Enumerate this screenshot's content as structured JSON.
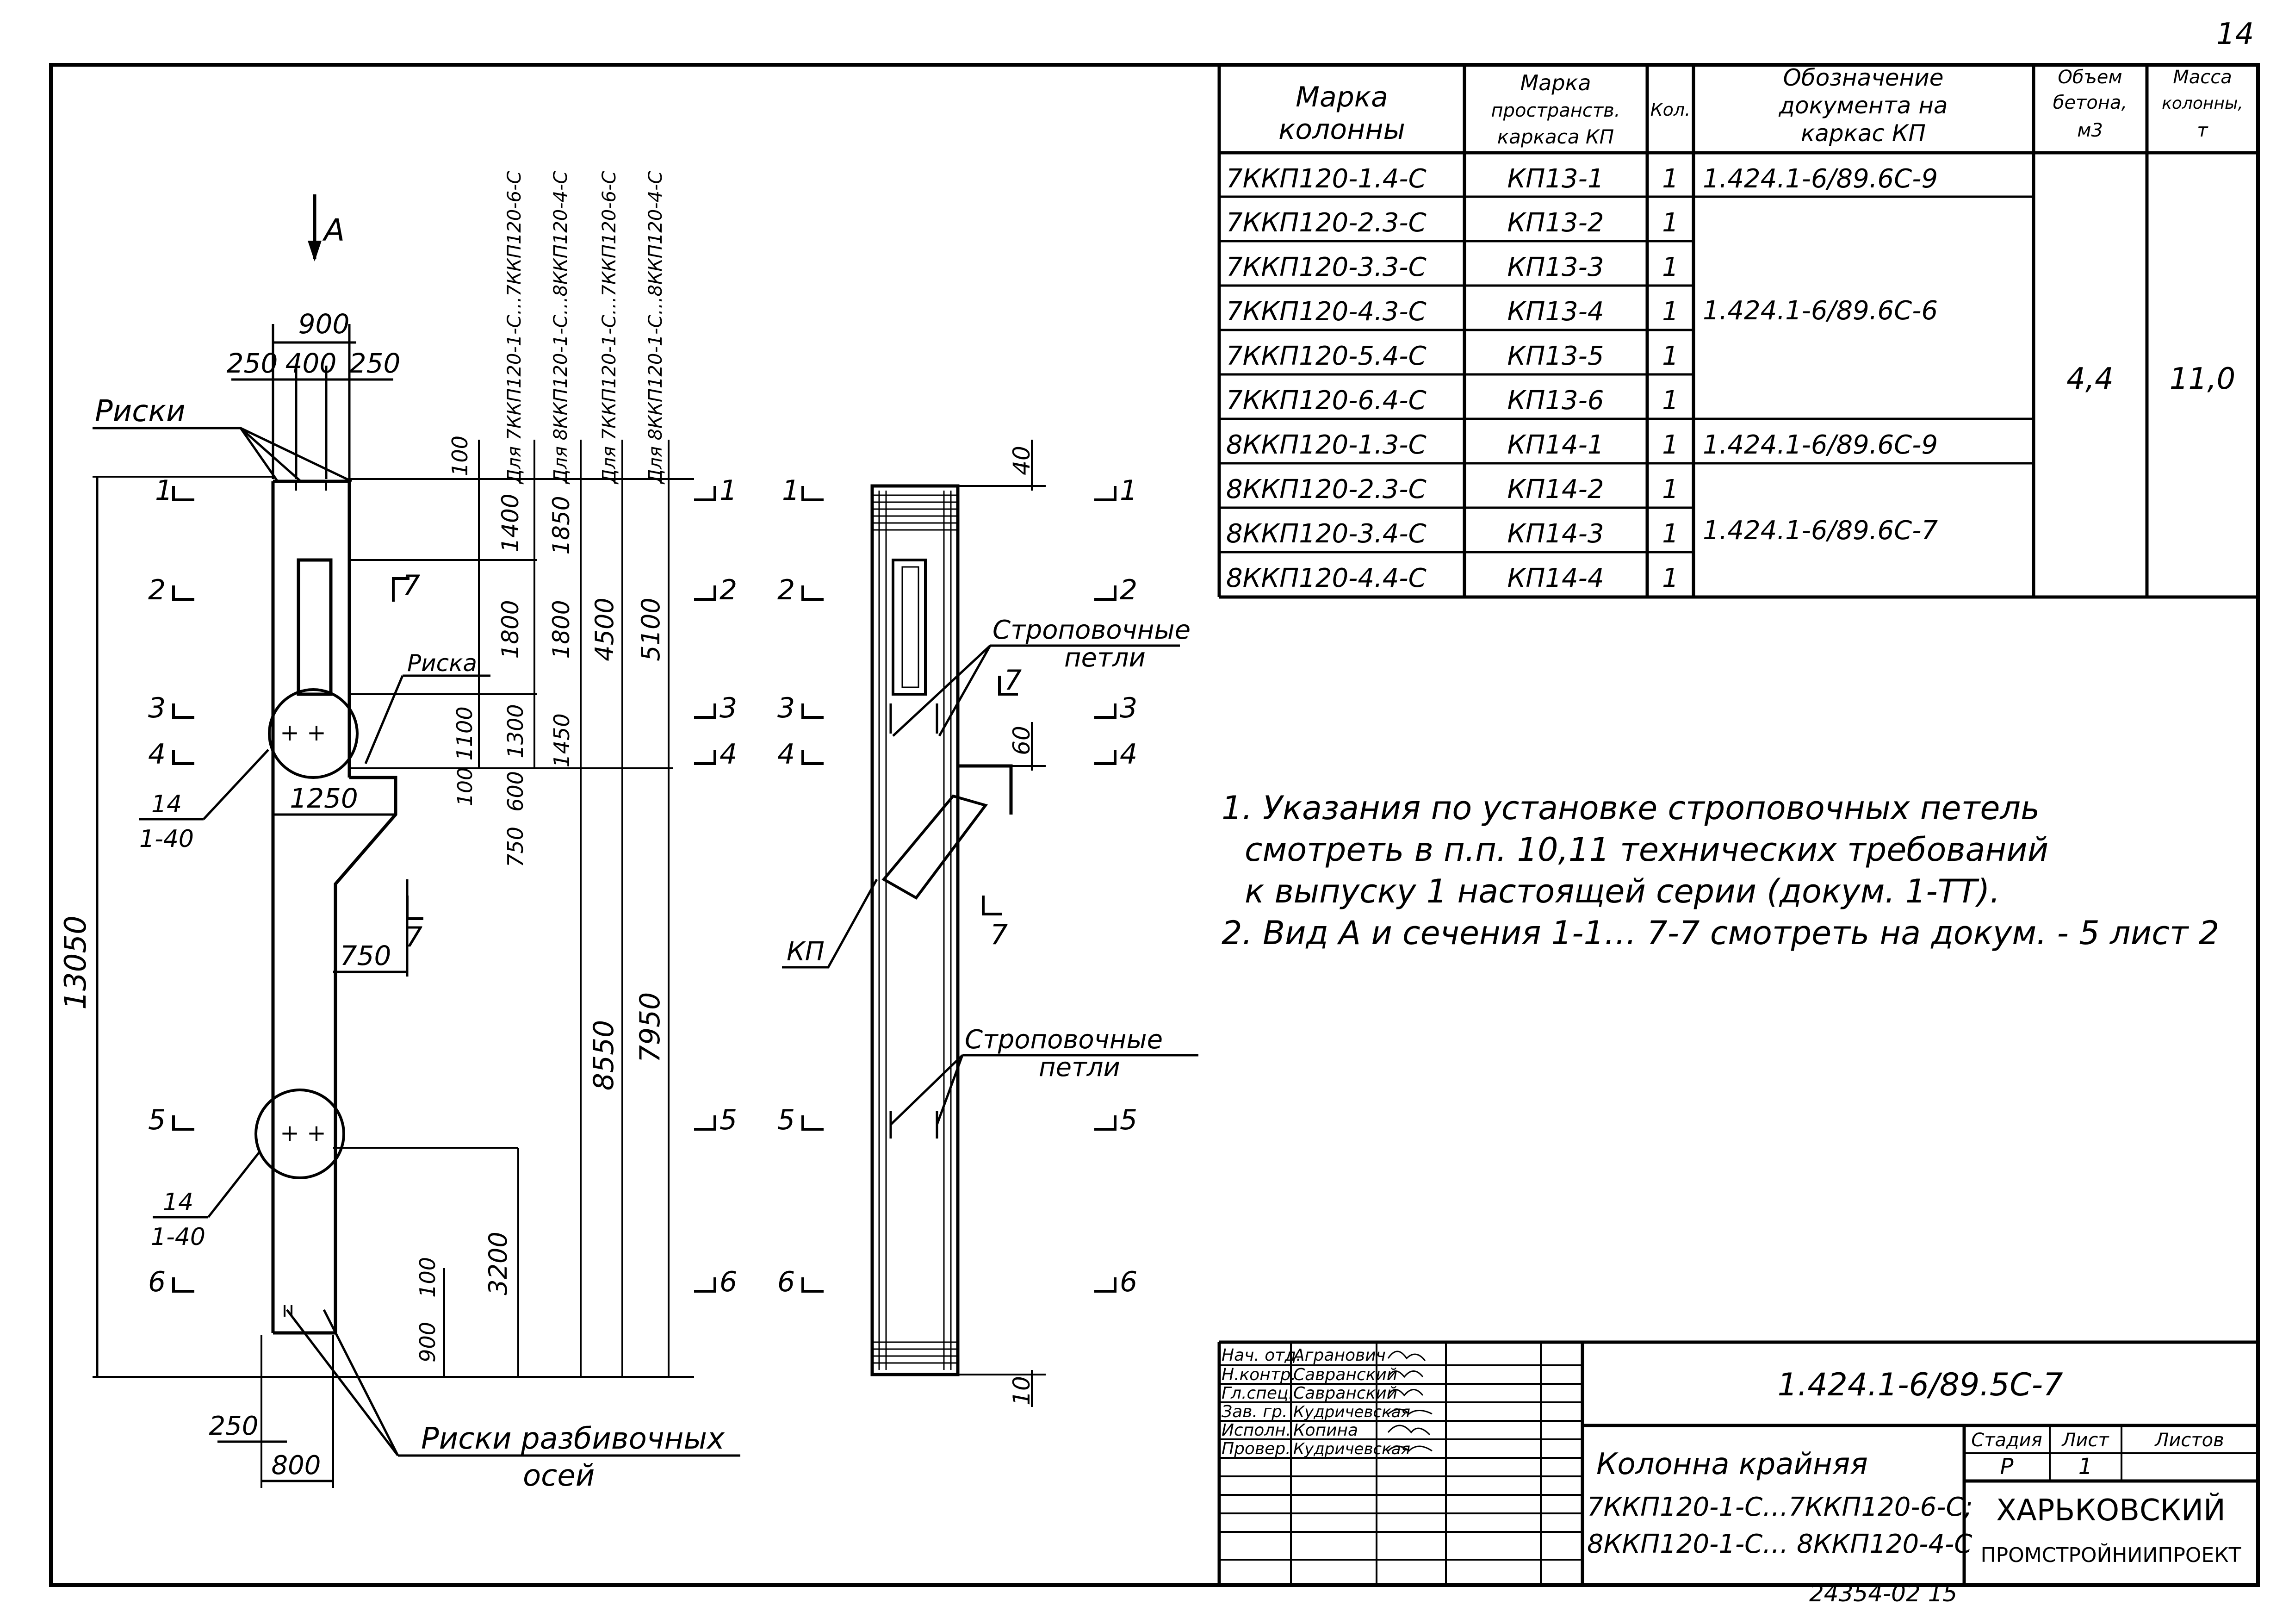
{
  "page_number": "14",
  "view_label": "A",
  "dims": {
    "top_total": "900",
    "top_left": "250",
    "top_mid": "400",
    "top_right": "250",
    "left_total": "13050",
    "d1250": "1250",
    "d750": "750",
    "bot_250": "250",
    "bot_800": "800",
    "v100a": "100",
    "v1400": "1400",
    "v1800a": "1800",
    "v1100": "1100",
    "v100b": "100",
    "v1850": "1850",
    "v1800b": "1800",
    "v1300": "1300",
    "v600": "600",
    "v750": "750",
    "v1450": "1450",
    "v4500": "4500",
    "v5100": "5100",
    "v8550": "8550",
    "v7950": "7950",
    "v3200": "3200",
    "v100c": "100",
    "v900": "900",
    "r40": "40",
    "r60": "60",
    "r10": "10"
  },
  "column_notes": [
    "Для 7ККП120-1-С…7ККП120-6-С",
    "Для 8ККП120-1-С…8ККП120-4-С",
    "Для 7ККП120-1-С…7ККП120-6-С",
    "Для 8ККП120-1-С…8ККП120-4-С"
  ],
  "section_marks": {
    "s1": "1",
    "s2": "2",
    "s3": "3",
    "s4": "4",
    "s5": "5",
    "s6": "6",
    "s7": "7"
  },
  "labels": {
    "riski": "Риски",
    "riska": "Риска",
    "detail_num_top": "14",
    "detail_sheet_top": "1-40",
    "detail_num_bot": "14",
    "detail_sheet_bot": "1-40",
    "riski_axes_1": "Риски разбивочных",
    "riski_axes_2": "осей",
    "kp": "КП",
    "loops1_a": "Строповочные",
    "loops1_b": "петли",
    "loops2_a": "Строповочные",
    "loops2_b": "петли"
  },
  "table": {
    "headers": [
      "Марка колонны",
      "Марка пространств. каркаса КП",
      "Кол.",
      "Обозначение документа на каркас КП",
      "Объем бетона, м3",
      "Масса колонны, т"
    ],
    "rows": [
      {
        "mark": "7ККП120-1.4-С",
        "kp": "КП13-1",
        "qty": "1"
      },
      {
        "mark": "7ККП120-2.3-С",
        "kp": "КП13-2",
        "qty": "1"
      },
      {
        "mark": "7ККП120-3.3-С",
        "kp": "КП13-3",
        "qty": "1"
      },
      {
        "mark": "7ККП120-4.3-С",
        "kp": "КП13-4",
        "qty": "1"
      },
      {
        "mark": "7ККП120-5.4-С",
        "kp": "КП13-5",
        "qty": "1"
      },
      {
        "mark": "7ККП120-6.4-С",
        "kp": "КП13-6",
        "qty": "1"
      },
      {
        "mark": "8ККП120-1.3-С",
        "kp": "КП14-1",
        "qty": "1"
      },
      {
        "mark": "8ККП120-2.3-С",
        "kp": "КП14-2",
        "qty": "1"
      },
      {
        "mark": "8ККП120-3.4-С",
        "kp": "КП14-3",
        "qty": "1"
      },
      {
        "mark": "8ККП120-4.4-С",
        "kp": "КП14-4",
        "qty": "1"
      }
    ],
    "docs": [
      "1.424.1-6/89.6С-9",
      "1.424.1-6/89.6С-6",
      "1.424.1-6/89.6С-9",
      "1.424.1-6/89.6С-7"
    ],
    "volume": "4,4",
    "mass": "11,0"
  },
  "notes": [
    "1. Указания по установке строповочных петель",
    "смотреть в п.п. 10,11 технических требований",
    "к выпуску 1 настоящей серии (докум. 1-ТТ).",
    "2. Вид А и сечения 1-1… 7-7 смотреть на докум. - 5 лист 2"
  ],
  "title_block": {
    "doc_code": "1.424.1-6/89.5С-7",
    "roles": [
      "Нач. отд.",
      "Н.контр.",
      "Гл.спец.",
      "Зав. гр.",
      "Исполн.",
      "Провер."
    ],
    "names": [
      "Агранович",
      "Савранский",
      "Савранский",
      "Кудричевская",
      "Копина",
      "Кудричевская"
    ],
    "title1": "Колонна крайняя",
    "title2": "7ККП120-1-С…7ККП120-6-С;",
    "title3": "8ККП120-1-С… 8ККП120-4-С",
    "stage_h": "Стадия",
    "sheet_h": "Лист",
    "sheets_h": "Листов",
    "stage": "Р",
    "sheet": "1",
    "org1": "ХАРЬКОВСКИЙ",
    "org2": "ПРОМСТРОЙНИИПРОЕКТ",
    "bottom_code": "24354-02   15"
  }
}
